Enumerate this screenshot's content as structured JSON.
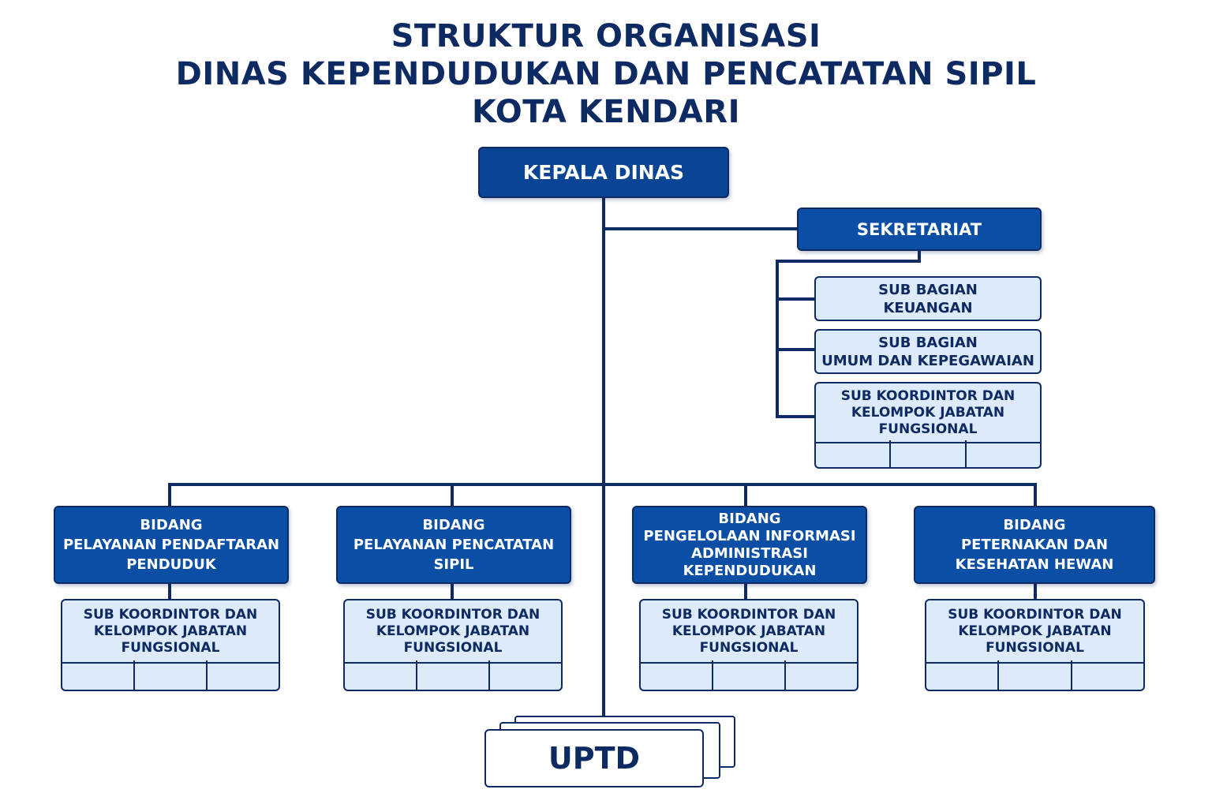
{
  "title": {
    "line1": "STRUKTUR ORGANISASI",
    "line2": "DINAS KEPENDUDUKAN DAN PENCATATAN SIPIL",
    "line3": "KOTA KENDARI"
  },
  "kepala": {
    "label": "KEPALA DINAS"
  },
  "sekretariat": {
    "label": "SEKRETARIAT",
    "subs": [
      {
        "lines": [
          "SUB BAGIAN",
          "KEUANGAN"
        ]
      },
      {
        "lines": [
          "SUB BAGIAN",
          "UMUM DAN KEPEGAWAIAN"
        ]
      }
    ],
    "kfg": {
      "lines": [
        "SUB KOORDINTOR DAN",
        "KELOMPOK JABATAN",
        "FUNGSIONAL"
      ]
    }
  },
  "bidang": [
    {
      "lines": [
        "BIDANG",
        "PELAYANAN PENDAFTARAN",
        "PENDUDUK"
      ],
      "kfg": {
        "lines": [
          "SUB KOORDINTOR DAN",
          "KELOMPOK JABATAN",
          "FUNGSIONAL"
        ]
      }
    },
    {
      "lines": [
        "BIDANG",
        "PELAYANAN PENCATATAN",
        "SIPIL"
      ],
      "kfg": {
        "lines": [
          "SUB KOORDINTOR DAN",
          "KELOMPOK JABATAN",
          "FUNGSIONAL"
        ]
      }
    },
    {
      "lines": [
        "BIDANG",
        "PENGELOLAAN INFORMASI",
        "ADMINISTRASI",
        "KEPENDUDUKAN"
      ],
      "kfg": {
        "lines": [
          "SUB KOORDINTOR DAN",
          "KELOMPOK JABATAN",
          "FUNGSIONAL"
        ]
      }
    },
    {
      "lines": [
        "BIDANG",
        "PETERNAKAN DAN",
        "KESEHATAN HEWAN"
      ],
      "kfg": {
        "lines": [
          "SUB KOORDINTOR DAN",
          "KELOMPOK JABATAN",
          "FUNGSIONAL"
        ]
      }
    }
  ],
  "uptd": {
    "label": "UPTD"
  },
  "colors": {
    "navy": "#0e2a63",
    "blue": "#0b4ea6",
    "light": "#dceaf9"
  }
}
